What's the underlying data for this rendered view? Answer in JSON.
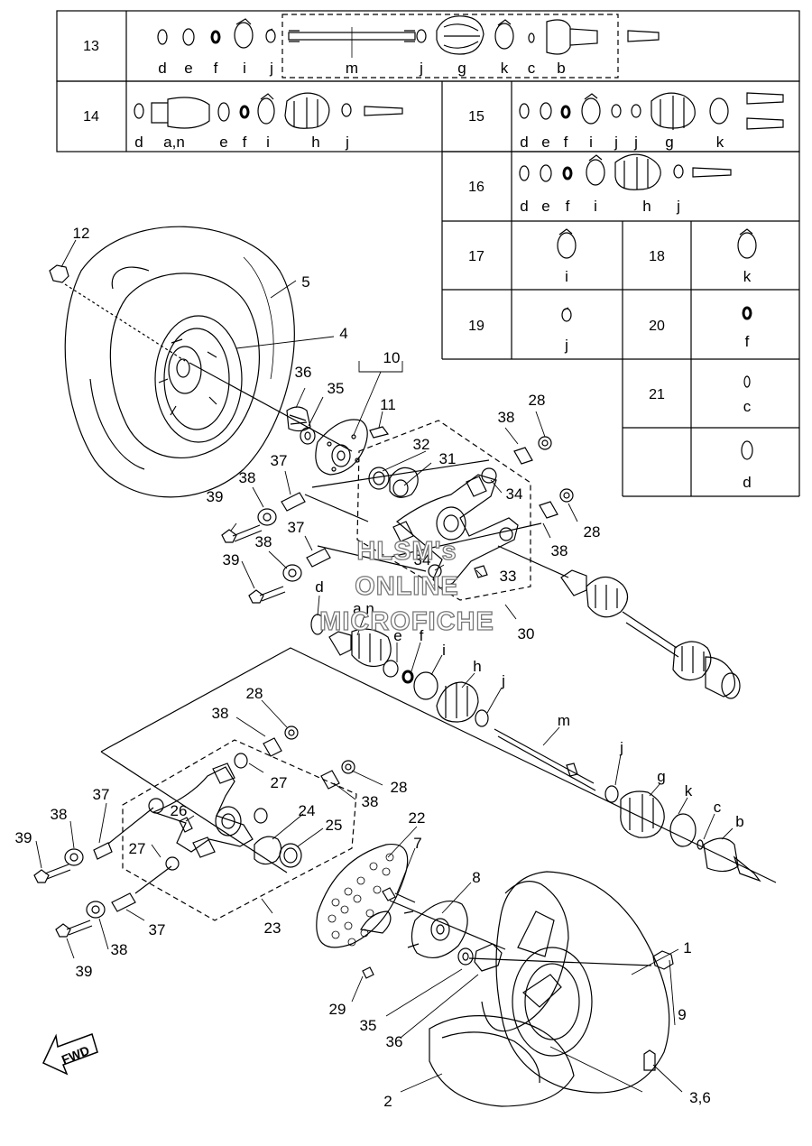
{
  "kit_table": {
    "rows": [
      {
        "id": "13",
        "letters": [
          "d",
          "e",
          "f",
          "i",
          "j",
          "m",
          "j",
          "g",
          "k",
          "c",
          "b"
        ]
      },
      {
        "id": "14",
        "letters": [
          "d",
          "a,n",
          "e",
          "f",
          "i",
          "h",
          "j"
        ]
      },
      {
        "id": "15",
        "letters": [
          "d",
          "e",
          "f",
          "i",
          "j",
          "j",
          "g",
          "k"
        ]
      },
      {
        "id": "16",
        "letters": [
          "d",
          "e",
          "f",
          "i",
          "h",
          "j"
        ]
      },
      {
        "id": "17",
        "letters": [
          "i"
        ]
      },
      {
        "id": "18",
        "letters": [
          "k"
        ]
      },
      {
        "id": "19",
        "letters": [
          "j"
        ]
      },
      {
        "id": "20",
        "letters": [
          "f"
        ]
      },
      {
        "id": "21",
        "letters": [
          "c"
        ]
      },
      {
        "id": "",
        "letters": [
          "d"
        ]
      }
    ]
  },
  "callouts": {
    "n12": "12",
    "n5": "5",
    "n4": "4",
    "n10": "10",
    "n11": "11",
    "n36a": "36",
    "n35a": "35",
    "n28a": "28",
    "n38a": "38",
    "n32": "32",
    "n31": "31",
    "n34a": "34",
    "n28b": "28",
    "n38b": "38",
    "n37a": "37",
    "n38c": "38",
    "n39a": "39",
    "n37b": "37",
    "n38d": "38",
    "n39b": "39",
    "n34b": "34",
    "n33": "33",
    "n30": "30",
    "ld": "d",
    "lan": "a,n",
    "le": "e",
    "lf": "f",
    "li": "i",
    "lh": "h",
    "lj": "j",
    "lm": "m",
    "lj2": "j",
    "lg": "g",
    "lk": "k",
    "lc": "c",
    "lb": "b",
    "n28c": "28",
    "n38e": "38",
    "n27a": "27",
    "n28d": "28",
    "n38f": "38",
    "n37c": "37",
    "n38g": "38",
    "n26": "26",
    "n24": "24",
    "n25": "25",
    "n39c": "39",
    "n27b": "27",
    "n22": "22",
    "n7": "7",
    "n8": "8",
    "n37d": "37",
    "n38h": "38",
    "n23": "23",
    "n39d": "39",
    "n1": "1",
    "n29": "29",
    "n35b": "35",
    "n36b": "36",
    "n9": "9",
    "n2": "2",
    "n36": "3,6"
  },
  "watermark": [
    "HLSM's",
    "ONLINE",
    "MICROFICHE"
  ],
  "fwd_label": "FWD"
}
